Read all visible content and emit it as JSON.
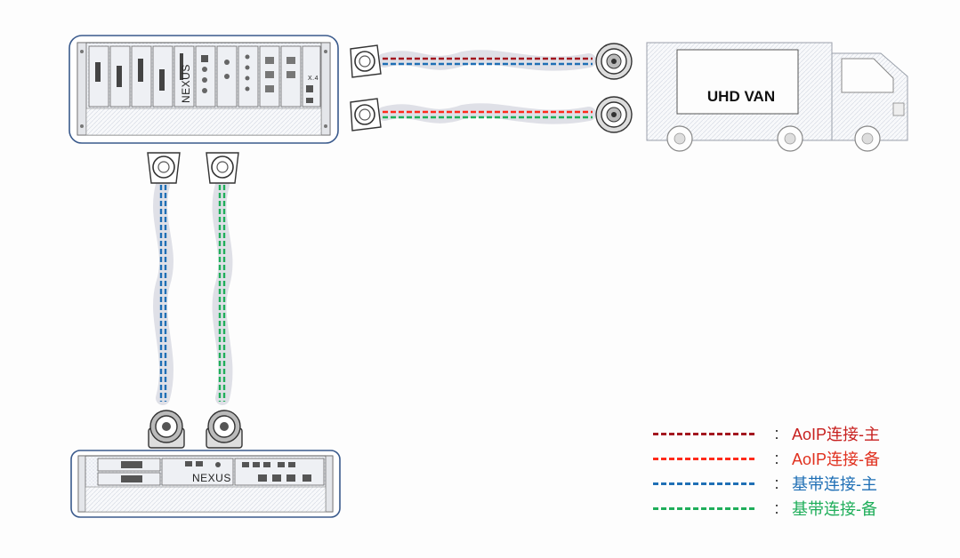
{
  "rack_top": {
    "brand": "NEXUS",
    "card_label": "X.4"
  },
  "rack_bottom": {
    "brand": "NEXUS"
  },
  "van": {
    "label": "UHD VAN"
  },
  "colors": {
    "aoip_main": "#a3161f",
    "aoip_backup": "#ff2a1a",
    "baseband_main": "#1f6fb5",
    "baseband_backup": "#1fae5a",
    "outline": "#3a5a8c"
  },
  "legend": {
    "items": [
      {
        "line_color": "#a3161f",
        "separator": ":",
        "label": "AoIP连接-主",
        "label_color": "#c7201f"
      },
      {
        "line_color": "#ff2a1a",
        "separator": ":",
        "label": "AoIP连接-备",
        "label_color": "#e0301e"
      },
      {
        "line_color": "#1f6fb5",
        "separator": ":",
        "label": "基带连接-主",
        "label_color": "#1f6fb5"
      },
      {
        "line_color": "#1fae5a",
        "separator": ":",
        "label": "基带连接-备",
        "label_color": "#1fae5a"
      }
    ]
  },
  "connections": [
    {
      "id": "van-link-1",
      "lines": [
        "aoip_main",
        "baseband_main"
      ]
    },
    {
      "id": "van-link-2",
      "lines": [
        "aoip_backup",
        "baseband_backup"
      ]
    },
    {
      "id": "rack-link-1",
      "lines": [
        "baseband_main"
      ]
    },
    {
      "id": "rack-link-2",
      "lines": [
        "baseband_backup"
      ]
    }
  ]
}
